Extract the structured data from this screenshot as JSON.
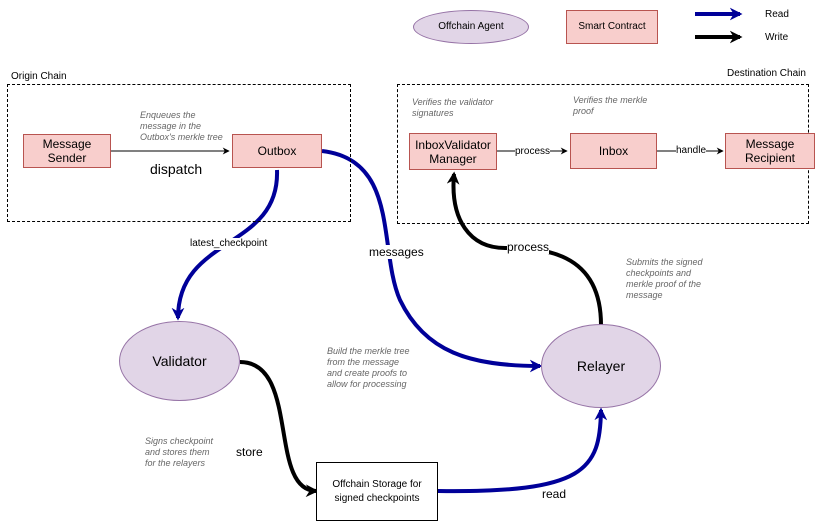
{
  "legend": {
    "agent_label": "Offchain Agent",
    "contract_label": "Smart Contract",
    "read_label": "Read",
    "write_label": "Write",
    "read_color": "#000099",
    "write_color": "#000000"
  },
  "regions": {
    "origin": "Origin Chain",
    "destination": "Destination Chain"
  },
  "nodes": {
    "message_sender": "Message\nSender",
    "outbox": "Outbox",
    "inbox_validator_manager": "InboxValidator\nManager",
    "inbox": "Inbox",
    "message_recipient": "Message\nRecipient",
    "validator": "Validator",
    "relayer": "Relayer",
    "offchain_storage": "Offchain Storage for\nsigned checkpoints"
  },
  "edges": {
    "dispatch": "dispatch",
    "latest_checkpoint": "latest_checkpoint",
    "messages": "messages",
    "process_relayer": "process",
    "process_inbox": "process",
    "handle": "handle",
    "store": "store",
    "read": "read"
  },
  "notes": {
    "enqueue": "Enqueues the\nmessage in the\nOutbox's merkle tree",
    "verify_signatures": "Verifies the validator\nsignatures",
    "verify_proof": "Verifies the merkle\nproof",
    "submit": "Submits the signed\ncheckpoints and\nmerkle proof of the\nmessage",
    "build": "Build the merkle tree\nfrom the message\nand create proofs to\nallow for processing",
    "sign": "Signs checkpoint\nand stores them\nfor the relayers"
  },
  "colors": {
    "contract_fill": "#f8cecc",
    "contract_stroke": "#b85450",
    "agent_fill": "#e1d5e7",
    "agent_stroke": "#9673a6",
    "note_text": "#666666"
  }
}
